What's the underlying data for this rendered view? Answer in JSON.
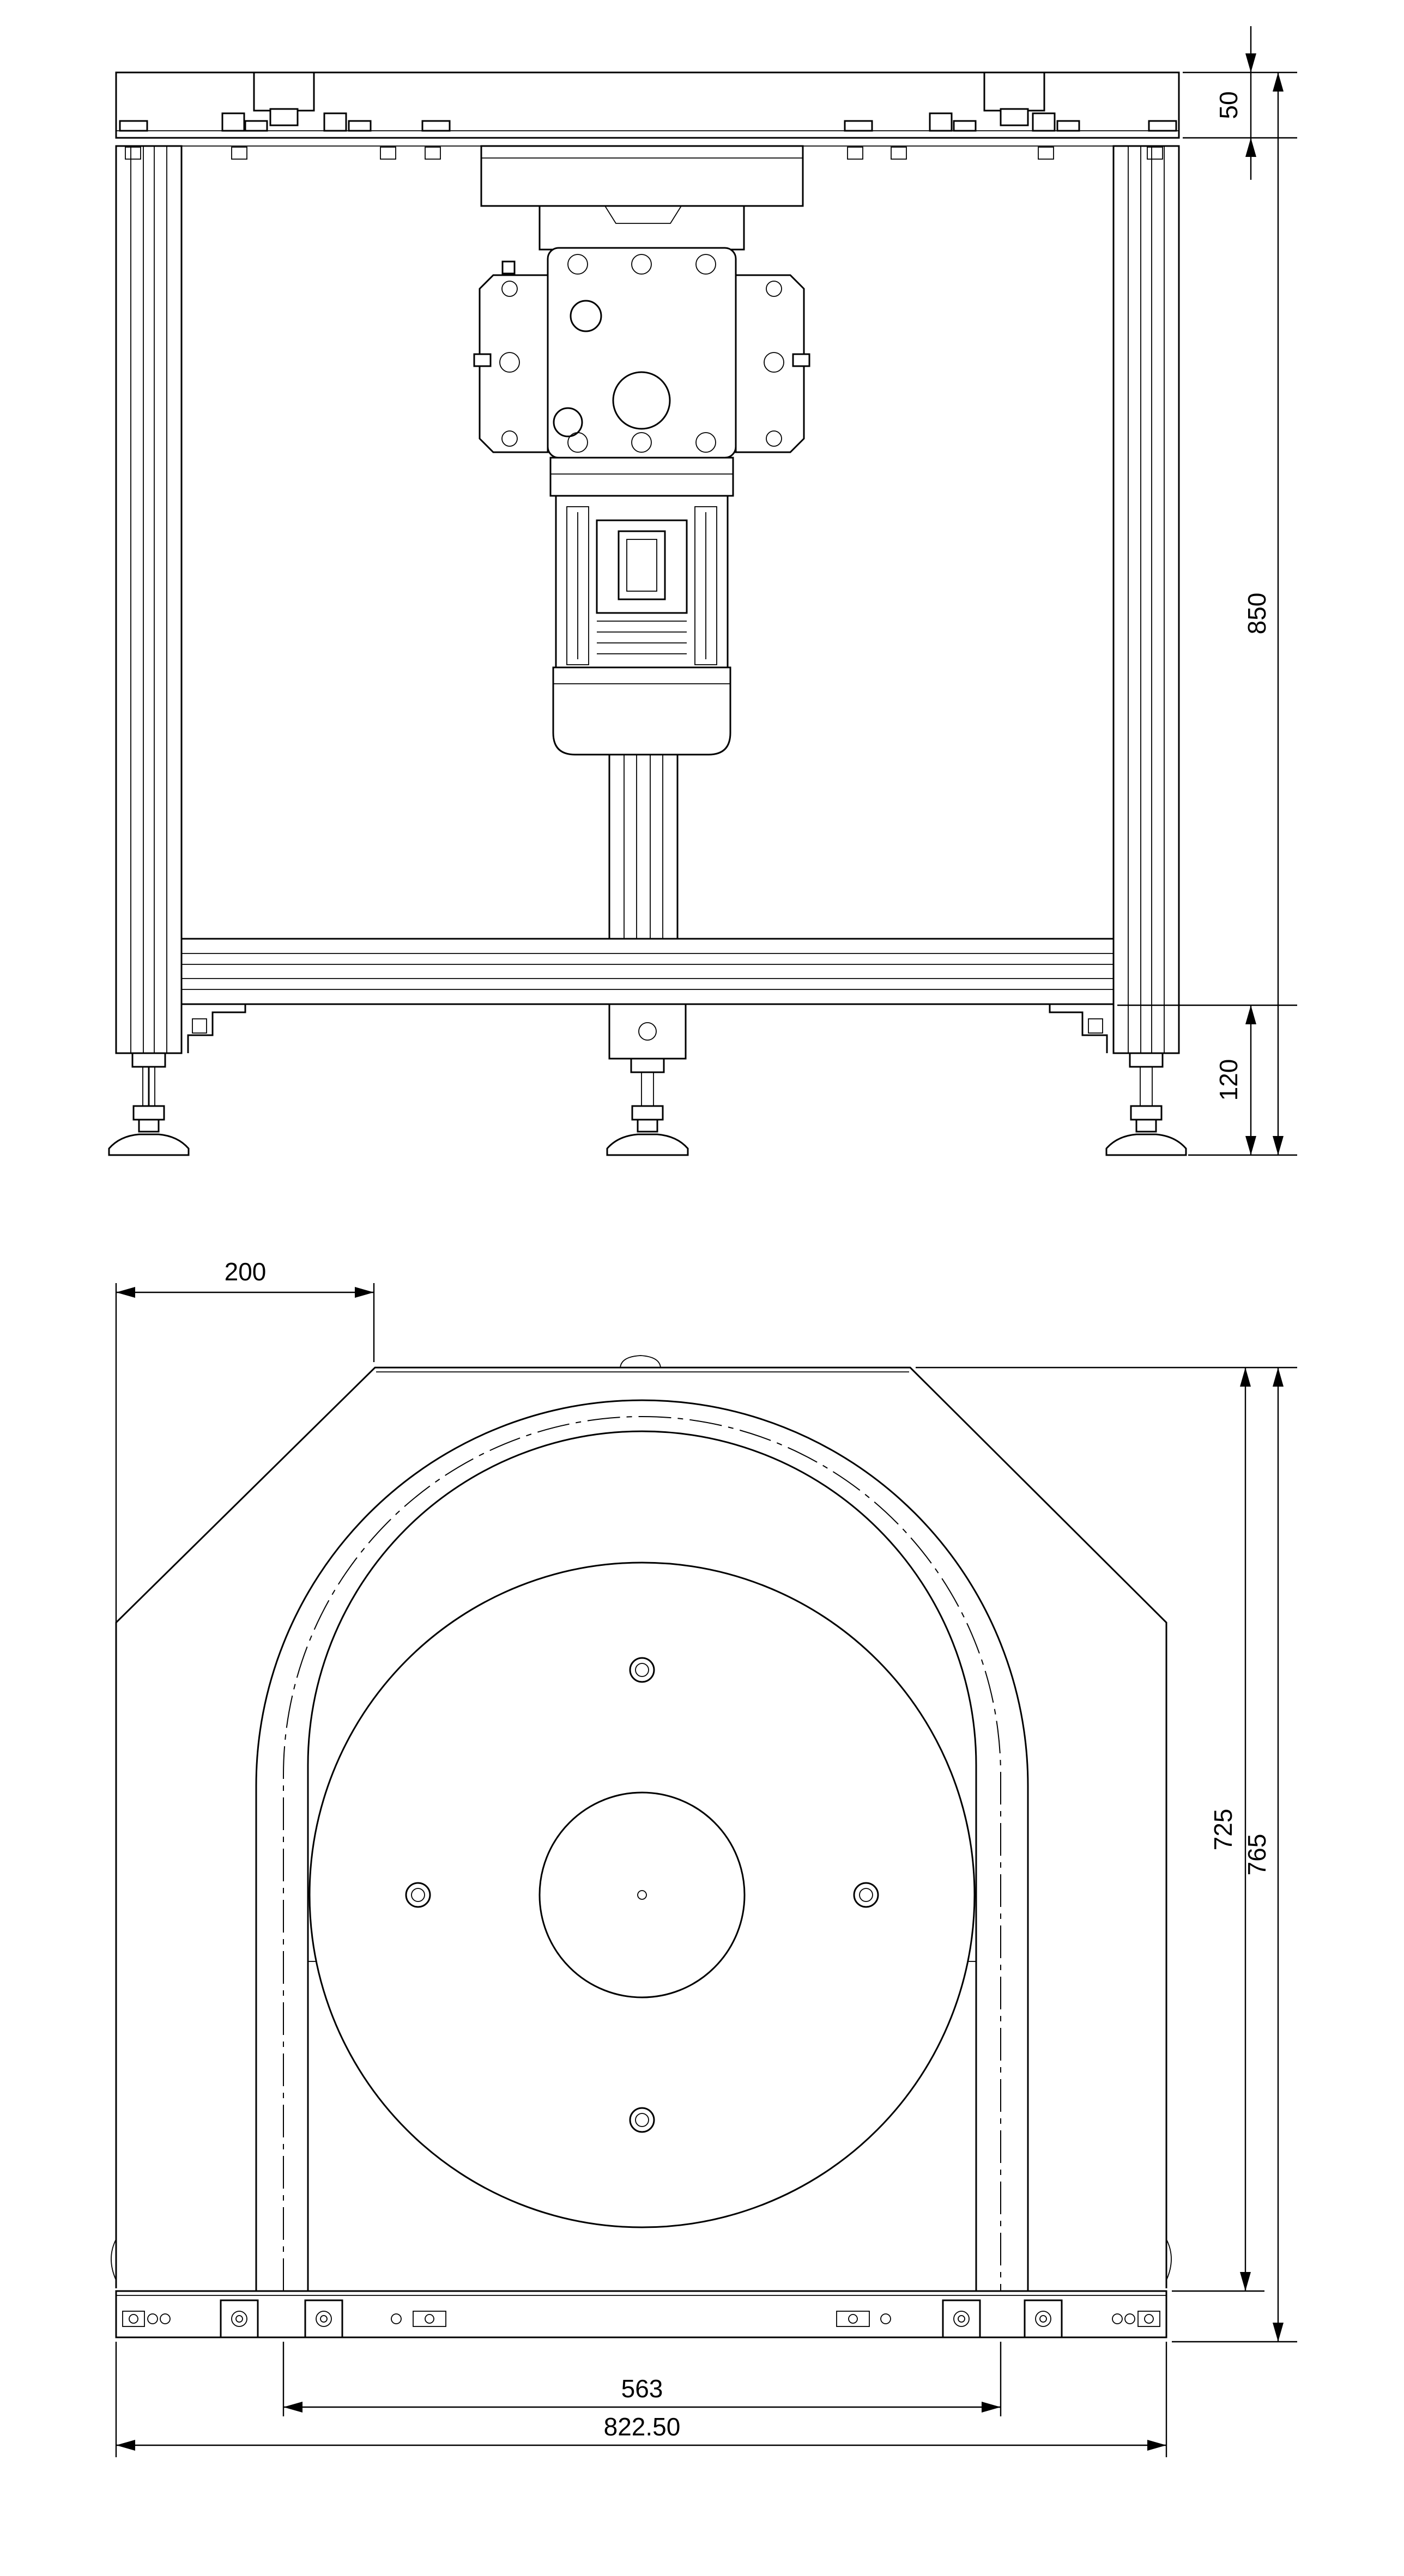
{
  "drawing": {
    "views": [
      "front-view",
      "top-view"
    ],
    "dimensions": {
      "front_top_rail_height": "50",
      "front_total_height": "850",
      "front_foot_height": "120",
      "top_chamfer_offset": "200",
      "top_inner_depth": "725",
      "top_total_depth": "765",
      "top_inner_width": "563",
      "top_total_width": "822.50"
    }
  }
}
